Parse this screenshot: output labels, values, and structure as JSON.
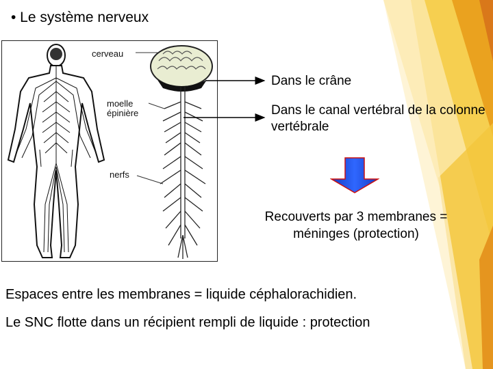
{
  "slide": {
    "title": "• Le système nerveux",
    "figure": {
      "label_brain": "cerveau",
      "label_spinal_line1": "moelle",
      "label_spinal_line2": "épinière",
      "label_nerves": "nerfs"
    },
    "text_cranium": "Dans le crâne",
    "text_spinal_canal": "Dans le canal vertébral de la colonne vertébrale",
    "text_meninges_line1": "Recouverts par 3 membranes =",
    "text_meninges_line2": "méninges (protection)",
    "text_csf": "Espaces entre les membranes = liquide céphalorachidien.",
    "text_float": "Le SNC flotte dans un récipient rempli de liquide : protection",
    "colors": {
      "accent_orange": "#e38f1a",
      "accent_yellow": "#f4c53c",
      "arrow_blue": "#1f4fe0",
      "arrow_outline": "#cc1111"
    }
  }
}
